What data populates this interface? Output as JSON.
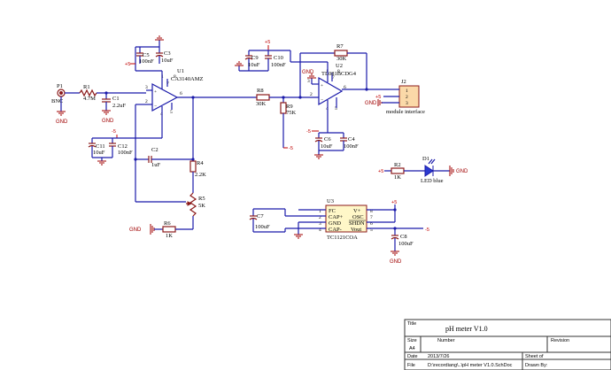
{
  "components": {
    "p1": {
      "ref": "P1",
      "value": "BNC"
    },
    "r1": {
      "ref": "R1",
      "value": "4.7M"
    },
    "c1": {
      "ref": "C1",
      "value": "2.2uF"
    },
    "c3": {
      "ref": "C3",
      "value": "10uF"
    },
    "c5": {
      "ref": "C5",
      "value": "100nF"
    },
    "u1": {
      "ref": "U1",
      "value": "CA3140AMZ"
    },
    "c11": {
      "ref": "C11",
      "value": "10uF"
    },
    "c12": {
      "ref": "C12",
      "value": "100nF"
    },
    "c2": {
      "ref": "C2",
      "value": "1uF"
    },
    "r4": {
      "ref": "R4",
      "value": "2.2K"
    },
    "r5": {
      "ref": "R5",
      "value": "5K"
    },
    "r6": {
      "ref": "R6",
      "value": "1K"
    },
    "c9": {
      "ref": "C9",
      "value": "10uF"
    },
    "c10": {
      "ref": "C10",
      "value": "100nF"
    },
    "r7": {
      "ref": "R7",
      "value": "30K"
    },
    "u2": {
      "ref": "U2",
      "value": "TL081BCDG4"
    },
    "r8": {
      "ref": "R8",
      "value": "30K"
    },
    "r9": {
      "ref": "R9",
      "value": "75K"
    },
    "c6": {
      "ref": "C6",
      "value": "10uF"
    },
    "c4": {
      "ref": "C4",
      "value": "100nF"
    },
    "j2": {
      "ref": "J2",
      "value": "module interface",
      "pins": [
        "1",
        "2",
        "3"
      ]
    },
    "d1": {
      "ref": "D1",
      "value": "LED blue"
    },
    "r2": {
      "ref": "R2",
      "value": "1K"
    },
    "u3": {
      "ref": "U3",
      "value": "TC1121COA",
      "left_pins": [
        "FC",
        "CAP+",
        "GND",
        "CAP-"
      ],
      "right_pins": [
        "V+",
        "OSC",
        "SHDN",
        "Vout"
      ],
      "left_nums": [
        "1",
        "2",
        "3",
        "4"
      ],
      "right_nums": [
        "8",
        "7",
        "6",
        "5"
      ]
    },
    "c7": {
      "ref": "C7",
      "value": "100uF"
    },
    "c8": {
      "ref": "C8",
      "value": "100uF"
    }
  },
  "nets": {
    "plus5": "+5",
    "minus5": "-5",
    "gnd": "GND"
  },
  "pin_numbers": {
    "u1_pin3": "3",
    "u1_pin2": "2",
    "u1_pin6": "6",
    "u1_pin7": "7",
    "u1_pin4": "4",
    "u1_pin1": "1",
    "u1_pin5": "5",
    "u1_pin8": "8",
    "u2_pin3": "3",
    "u2_pin2": "2",
    "u2_pin6": "6",
    "u2_pin7": "7",
    "u2_pin4": "4",
    "u2_pin1": "1",
    "u2_pin5": "5",
    "u2_pin8": "8"
  },
  "title_block": {
    "title_label": "Title",
    "title": "pH meter V1.0",
    "size_label": "Size",
    "size": "A4",
    "number_label": "Number",
    "revision_label": "Revision",
    "date_label": "Date",
    "date": "2013/7/26",
    "sheet_label": "Sheet   of",
    "file_label": "File",
    "file": "D:\\recordiang\\..\\pH meter V1.0.SchDoc",
    "drawn_label": "Drawn By:"
  }
}
